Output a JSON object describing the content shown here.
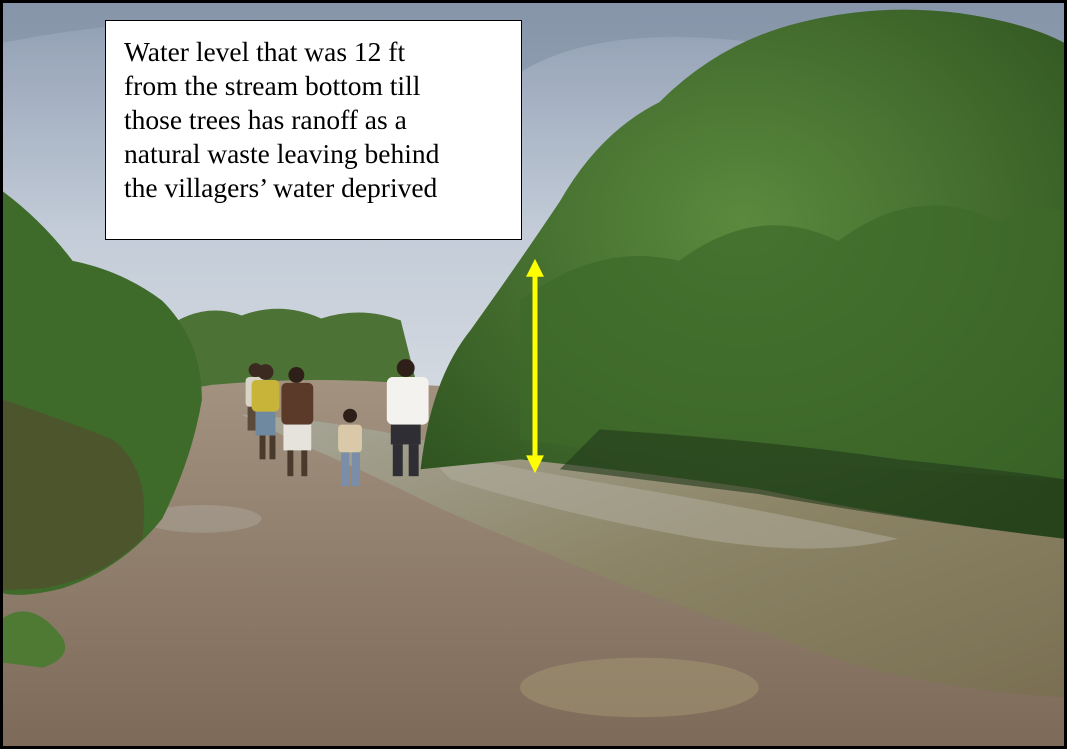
{
  "caption": {
    "lines": [
      "Water level that was 12 ft",
      "from the stream bottom till",
      "those trees has ranoff as a",
      "natural waste leaving behind",
      "the villagers’ water deprived"
    ]
  },
  "annotation": {
    "indicator": "double-headed-arrow",
    "color": "#ffff00"
  },
  "colors": {
    "sky": "#b9c4d3",
    "foliage": "#3f6e2b",
    "water": "#8a8268",
    "ground": "#8f7b68"
  }
}
